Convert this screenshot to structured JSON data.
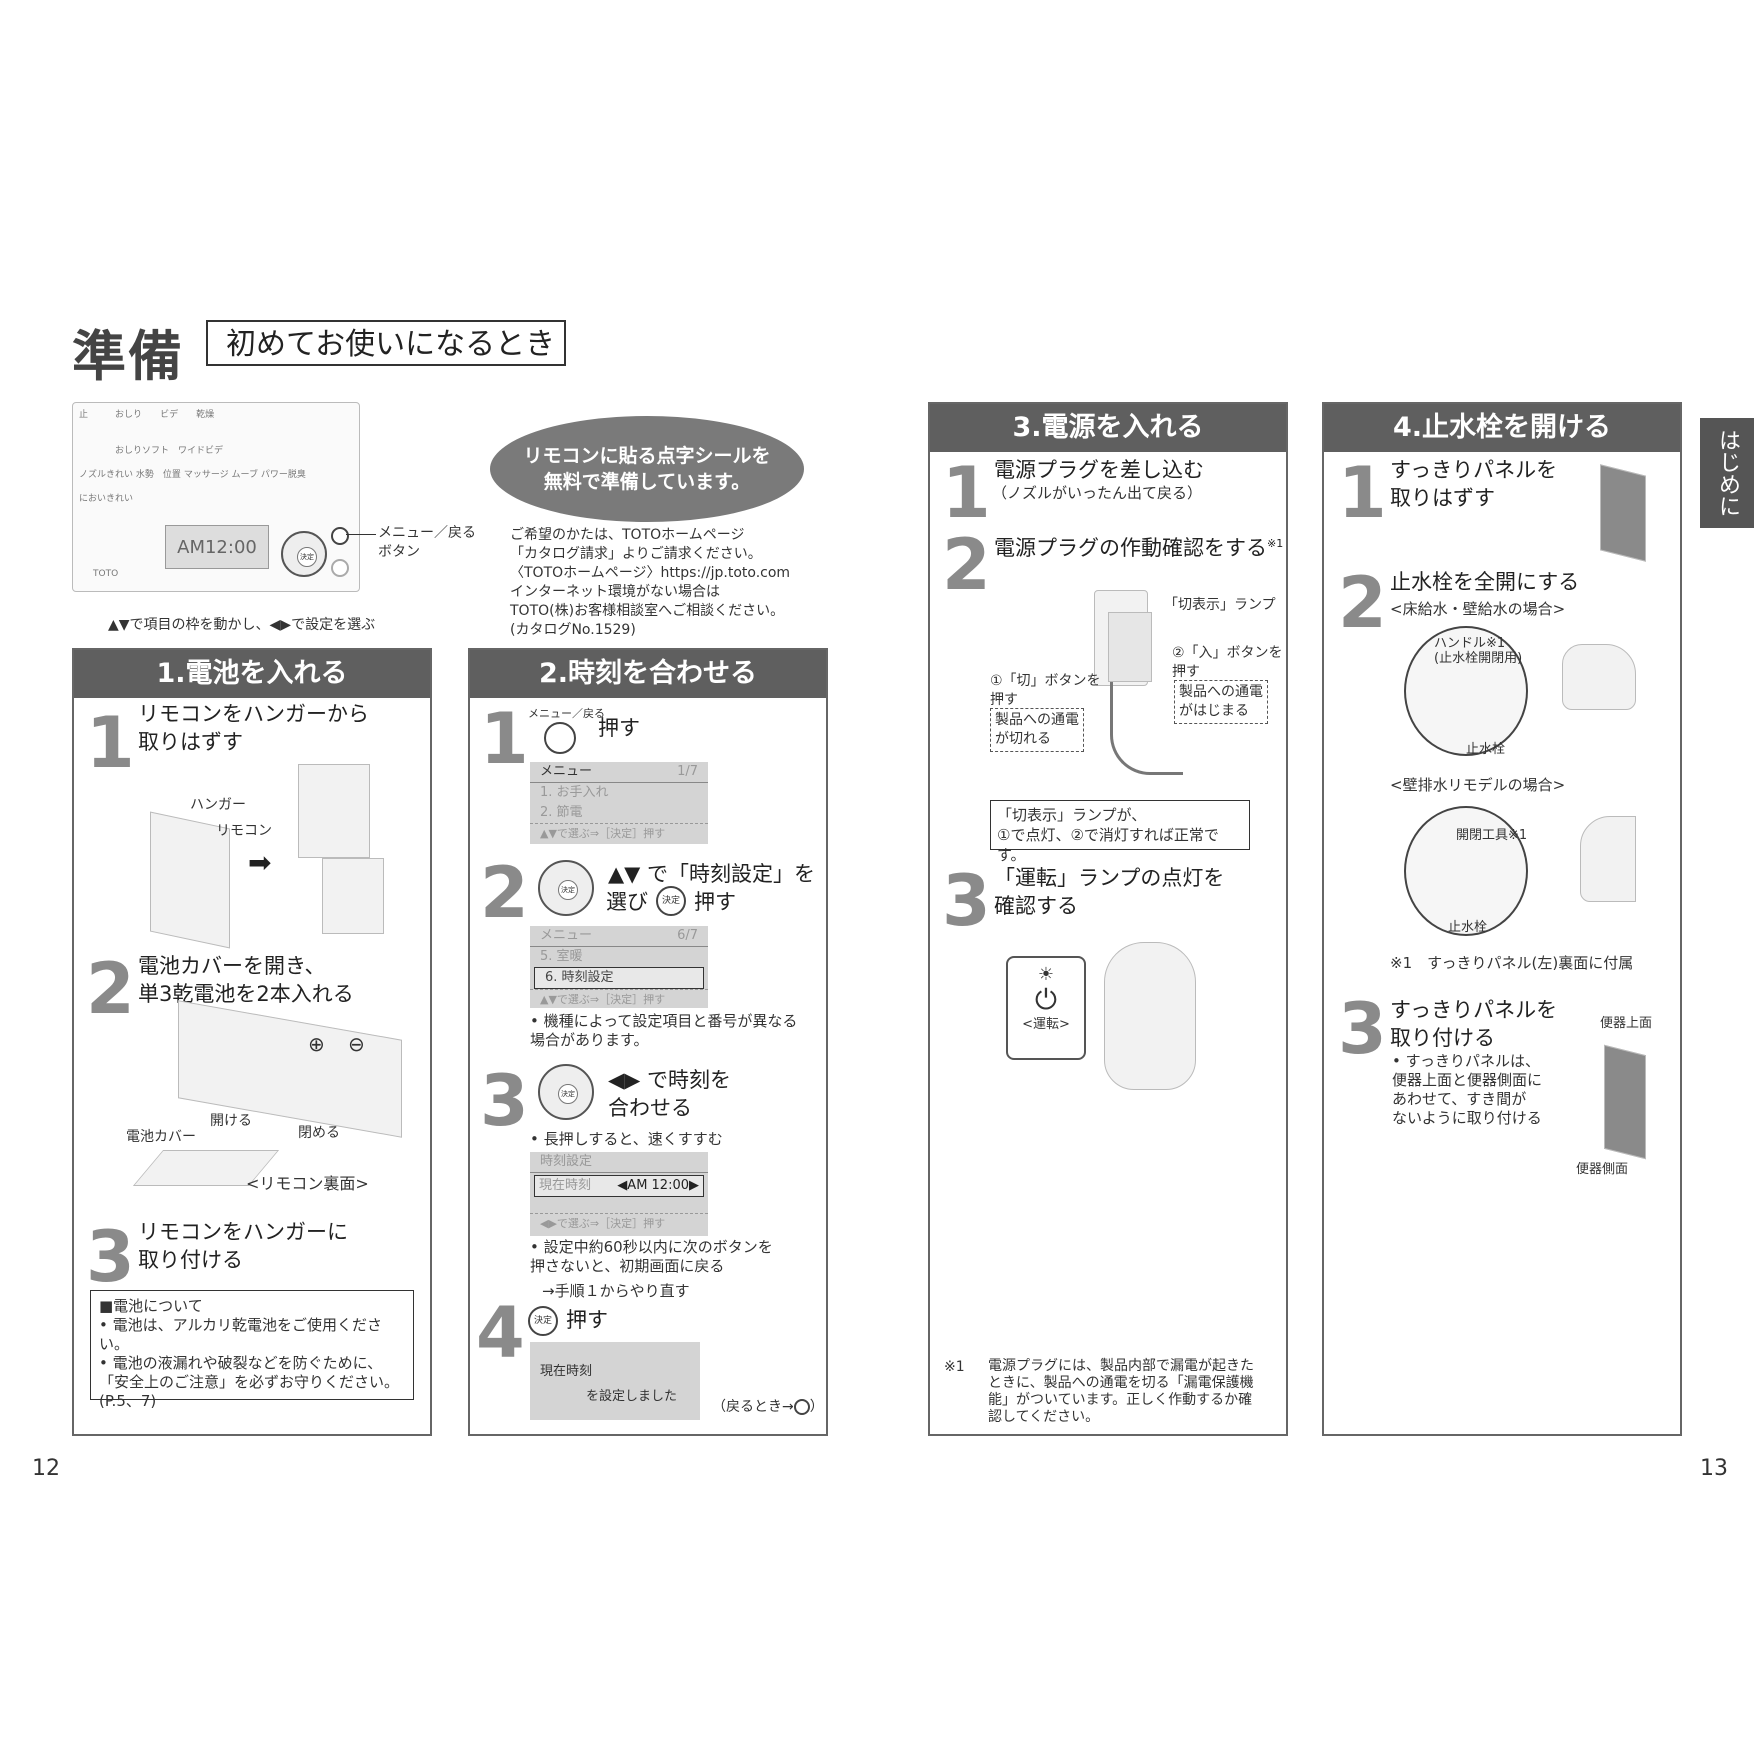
{
  "header": {
    "title": "準備",
    "subtitle": "初めてお使いになるとき"
  },
  "remote": {
    "buttons": [
      "止",
      "おしり",
      "ビデ",
      "乾燥",
      "おしりソフト",
      "ワイドビデ",
      "ノズルきれい",
      "水勢",
      "位置",
      "マッサージ",
      "ムーブ",
      "パワー脱臭",
      "においきれい"
    ],
    "display_time": "AM12:00",
    "brand": "TOTO",
    "menu_label": "メニュー/戻る",
    "enter_label": "決定",
    "menu_button_callout": "メニュー／戻る\nボタン",
    "caption": "▲▼で項目の枠を動かし、◀▶で設定を選ぶ"
  },
  "braille": {
    "bubble": "リモコンに貼る点字シールを\n無料で準備しています。",
    "text": "ご希望のかたは、TOTOホームページ\n「カタログ請求」よりご請求ください。\n〈TOTOホームページ〉https://jp.toto.com\nインターネット環境がない場合は\nTOTO(株)お客様相談室へご相談ください。\n(カタログNo.1529)"
  },
  "side_tab": "はじめに",
  "sec1": {
    "title": "1.電池を入れる",
    "s1": "リモコンをハンガーから\n取りはずす",
    "hanger": "ハンガー",
    "remocon": "リモコン",
    "s2": "電池カバーを開き、\n単3乾電池を2本入れる",
    "open": "開ける",
    "close": "閉める",
    "cover": "電池カバー",
    "back": "<リモコン裏面>",
    "s3": "リモコンをハンガーに\n取り付ける",
    "note_title": "■電池について",
    "note1": "• 電池は、アルカリ乾電池をご使用ください。",
    "note2": "• 電池の液漏れや破裂などを防ぐために、\n「安全上のご注意」を必ずお守りください。\n(P.5、7)"
  },
  "sec2": {
    "title": "2.時刻を合わせる",
    "s1_label": "メニュー／戻る",
    "s1_text": "押す",
    "lcd1": {
      "head": "メニュー",
      "page": "1/7",
      "r1": "1. お手入れ",
      "r2": "2. 節電",
      "foot": "▲▼で選ぶ⇒［決定］押す"
    },
    "s2_text1": "▲▼ で「時刻設定」を",
    "s2_text2": "選び",
    "s2_text3": "押す",
    "lcd2": {
      "head": "メニュー",
      "page": "6/7",
      "r1": "5. 室暖",
      "r2": "6. 時刻設定",
      "foot": "▲▼で選ぶ⇒［決定］押す"
    },
    "s2_note": "• 機種によって設定項目と番号が異なる\n場合があります。",
    "s3_text1": "◀▶ で時刻を",
    "s3_text2": "合わせる",
    "s3_note": "• 長押しすると、速くすすむ",
    "lcd3": {
      "head": "時刻設定",
      "label": "現在時刻",
      "value": "◀AM 12:00▶",
      "foot": "◀▶で選ぶ⇒［決定］押す"
    },
    "s3_note2": "• 設定中約60秒以内に次のボタンを\n押さないと、初期画面に戻る",
    "s3_note3": "→手順１からやり直す",
    "s4_text": "押す",
    "lcd4": {
      "l1": "現在時刻",
      "l2": "を設定しました"
    },
    "back_note": "（戻るとき→",
    "back_note_end": "）",
    "enter": "決定"
  },
  "sec3": {
    "title": "3.電源を入れる",
    "s1": "電源プラグを差し込む",
    "s1_sub": "（ノズルがいったん出て戻る）",
    "s2": "電源プラグの作動確認をする",
    "s2_mark": "※1",
    "lamp": "「切表示」ランプ",
    "on_btn": "②「入」ボタンを\n押す",
    "on_note": "製品への通電\nがはじまる",
    "off_btn": "①「切」ボタンを\n押す",
    "off_note": "製品への通電\nが切れる",
    "check": "「切表示」ランプが、\n①で点灯、②で消灯すれば正常です。",
    "s3": "「運転」ランプの点灯を\n確認する",
    "unten": "<運転>",
    "footnote_mark": "※1",
    "footnote": "電源プラグには、製品内部で漏電が起きた\nときに、製品への通電を切る「漏電保護機\n能」がついています。正しく作動するか確\n認してください。"
  },
  "sec4": {
    "title": "4.止水栓を開ける",
    "s1": "すっきりパネルを\n取りはずす",
    "s2": "止水栓を全開にする",
    "s2_sub": "<床給水・壁給水の場合>",
    "handle": "ハンドル※1\n(止水栓開閉用)",
    "stopcock": "止水栓",
    "s2_sub2": "<壁排水リモデルの場合>",
    "tool": "開閉工具※1",
    "stopcock2": "止水栓",
    "note": "※1　すっきりパネル(左)裏面に付属",
    "s3": "すっきりパネルを\n取り付ける",
    "s3_note": "• すっきりパネルは、\n便器上面と便器側面に\nあわせて、すき間が\nないように取り付ける",
    "top": "便器上面",
    "side": "便器側面"
  },
  "pages": {
    "left": "12",
    "right": "13"
  }
}
